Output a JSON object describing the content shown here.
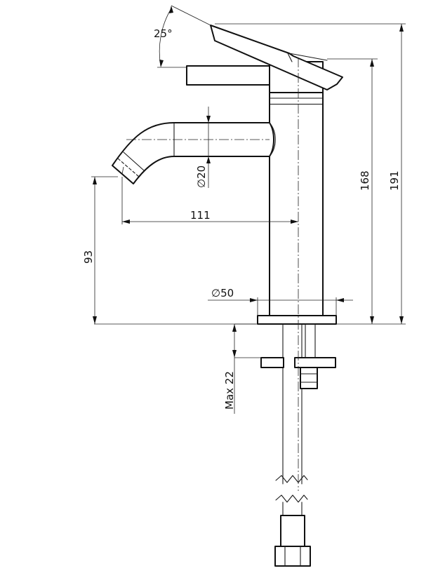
{
  "diagram": {
    "dimensions": {
      "angle": "25°",
      "spout_diameter": "20",
      "spout_reach": "111",
      "spout_height": "93",
      "base_diameter": "50",
      "height_body": "168",
      "height_total": "191",
      "max_thickness": "Max 22"
    },
    "symbols": {
      "diameter": "∅"
    }
  }
}
